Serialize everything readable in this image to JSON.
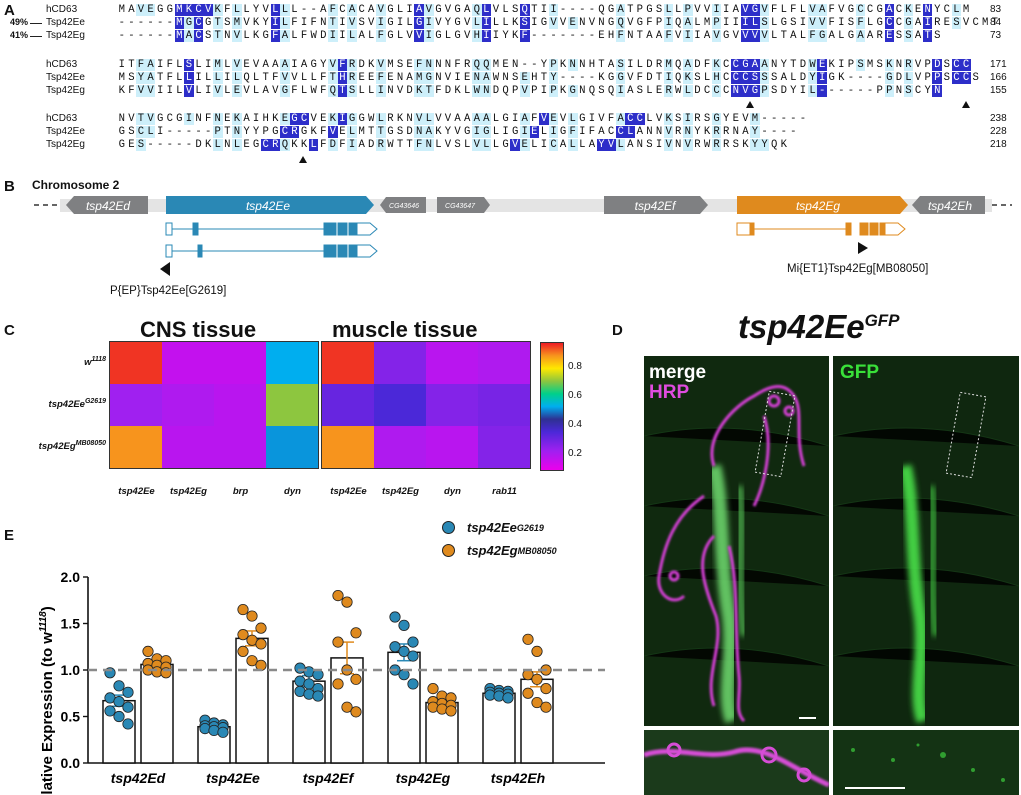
{
  "panels": {
    "a": "A",
    "b": "B",
    "c": "C",
    "d": "D",
    "e": "E"
  },
  "alignment": {
    "colors": {
      "identical": "#2d2ec9",
      "similar": "#cdeffa"
    },
    "blocks": [
      {
        "rows": [
          {
            "ident": "",
            "name": "hCD63",
            "seq": "MAVEGGMKCVKFLLYVLLL--AFCACAVGLIAVGVGAQLVLSQTII----QGATPGSLLPVVIIAVGVFLFLVAFVGCCGACKENYCLM",
            "num": "83"
          },
          {
            "ident": "49%",
            "name": "Tsp42Ee",
            "seq": "------MGCGTSMVKYILFIFNTIVSVIGILGIVYGVLILLKSIGVVENVNGQVGFPIQALMPIIILSLGSIVVFISFLGCCGAIRESVCMT",
            "num": "84"
          },
          {
            "ident": "41%",
            "name": "Tsp42Eg",
            "seq": "------MACSTNVLKGFALFWDIILALFGLVVIGLGVHIIYKF-------EHFNTAAFVIIAVGVVVVLTALFGALGAARESSATS",
            "num": "73"
          }
        ],
        "hi": [
          [
            6,
            7,
            8,
            9,
            16,
            31,
            38,
            42,
            65,
            66,
            80,
            84
          ],
          [
            6,
            8,
            16,
            31,
            38,
            42,
            65,
            66,
            80,
            84
          ],
          [
            6,
            8,
            16,
            31,
            38,
            42,
            65,
            66,
            80,
            84
          ]
        ]
      },
      {
        "rows": [
          {
            "ident": "",
            "name": "hCD63",
            "seq": "ITFAIFLSLIMLVEVAAAIAGYVFRDKVMSEFNNNFRQQMEN--YPKNNHTASILDRMQADFKCCGAANYTDWEKIPSMSKNRVPDSCC",
            "num": "171"
          },
          {
            "ident": "",
            "name": "Tsp42Ee",
            "seq": "MSYATFLLILLILQLTFVVLLFTHREEFENAMGNVIENAWNSEHTY----KGGVFDTIQKSLHCCCSSSALDYIGK----GDLVPPSCCS",
            "num": "166"
          },
          {
            "ident": "",
            "name": "Tsp42Eg",
            "seq": "KFVVIILVLIVLEVLAVGFLWFQTSLLINVDKTFDKLWNDQPVPIPKGNQSQIASLERWLDCCCNVGPSDYIL------PPNSCYN",
            "num": "155"
          }
        ],
        "hi": [
          [
            7,
            23,
            64,
            65,
            66,
            73,
            85,
            87,
            88
          ],
          [
            7,
            23,
            64,
            65,
            66,
            73,
            85,
            87,
            88
          ],
          [
            7,
            23,
            64,
            65,
            66,
            73,
            85,
            87,
            88
          ]
        ]
      },
      {
        "rows": [
          {
            "ident": "",
            "name": "hCD63",
            "seq": "NVTVGCGINFNEKAIHKEGCVEKIGGWLRKNVLVVAAAALGIAFVEVLGIVFACCLVKSIRSGYEVM-----",
            "num": "238"
          },
          {
            "ident": "",
            "name": "Tsp42Ee",
            "seq": "GSCLI-----PTNYYPGCRGKFVELMTTGSDNAKYVGIGLIGIELIGFIFACCLANNVRNYKRRNAY----",
            "num": "228"
          },
          {
            "ident": "",
            "name": "Tsp42Eg",
            "seq": "GES-----DKLNLEGCRQKKLFDFIADRWTTFNLVSLVLLGVELICALLAYVLANSIVNVRWRRSKYYQK",
            "num": "218"
          }
        ],
        "hi": [
          [
            18,
            19,
            23,
            44,
            53,
            54
          ],
          [
            17,
            18,
            22,
            43,
            52,
            53
          ],
          [
            15,
            16,
            20,
            41,
            50,
            51
          ]
        ]
      }
    ]
  },
  "chromosome": {
    "title": "Chromosome 2",
    "genes": [
      {
        "name": "tsp42Ed",
        "color": "#7f8082"
      },
      {
        "name": "tsp42Ee",
        "color": "#2a88b5"
      },
      {
        "name": "CG43646",
        "color": "#7f8082"
      },
      {
        "name": "CG43647",
        "color": "#7f8082"
      },
      {
        "name": "tsp42Ef",
        "color": "#7f8082"
      },
      {
        "name": "tsp42Eg",
        "color": "#df8a1e"
      },
      {
        "name": "tsp42Eh",
        "color": "#7f8082"
      }
    ],
    "insert_ee": "P{EP}Tsp42Ee[G2619]",
    "insert_eg": "Mi{ET1}Tsp42Eg[MB08050]"
  },
  "heatmap": {
    "cns_title": "CNS tissue",
    "muscle_title": "muscle tissue",
    "rows": [
      "w",
      "tsp42Ee",
      "tsp42Eg"
    ],
    "row_sups": [
      "1118",
      "G2619",
      "MB08050"
    ],
    "cns_cols": [
      "tsp42Ee",
      "tsp42Eg",
      "brp",
      "dyn"
    ],
    "muscle_cols": [
      "tsp42Ee",
      "tsp42Eg",
      "dyn",
      "rab11"
    ],
    "cns_values": [
      [
        0.98,
        0.08,
        0.08,
        0.5
      ],
      [
        0.15,
        0.12,
        0.1,
        0.7
      ],
      [
        0.9,
        0.1,
        0.1,
        0.48
      ]
    ],
    "muscle_values": [
      [
        0.98,
        0.2,
        0.1,
        0.12
      ],
      [
        0.25,
        0.3,
        0.2,
        0.22
      ],
      [
        0.9,
        0.12,
        0.1,
        0.2
      ]
    ],
    "colorbar_ticks": [
      "0.8",
      "0.6",
      "0.4",
      "0.2"
    ]
  },
  "microscopy": {
    "title": "tsp42Ee",
    "title_sup": "GFP",
    "merge": "merge",
    "hrp": "HRP",
    "gfp": "GFP"
  },
  "chart_data": {
    "type": "bar",
    "ylabel": "Relative Expression (to w",
    "ylabel_sup": "1118",
    "ylabel_close": ")",
    "ylim": [
      0,
      2.0
    ],
    "yticks": [
      "0.0",
      "0.5",
      "1.0",
      "1.5",
      "2.0"
    ],
    "categories": [
      "tsp42Ed",
      "tsp42Ee",
      "tsp42Ef",
      "tsp42Eg",
      "tsp42Eh"
    ],
    "series": [
      {
        "name": "tsp42Ee",
        "name_sup": "G2619",
        "color": "#2a88b5",
        "values": [
          0.67,
          0.39,
          0.88,
          1.19,
          0.75
        ],
        "errors": [
          0.06,
          0.02,
          0.06,
          0.09,
          0.02
        ],
        "points": [
          [
            0.97,
            0.83,
            0.76,
            0.7,
            0.66,
            0.6,
            0.56,
            0.5,
            0.42
          ],
          [
            0.46,
            0.43,
            0.41,
            0.4,
            0.39,
            0.38,
            0.37,
            0.35,
            0.33
          ],
          [
            1.02,
            0.98,
            0.95,
            0.88,
            0.85,
            0.8,
            0.77,
            0.74,
            0.72
          ],
          [
            1.57,
            1.48,
            1.3,
            1.25,
            1.2,
            1.15,
            1.0,
            0.95,
            0.85
          ],
          [
            0.8,
            0.78,
            0.77,
            0.76,
            0.75,
            0.74,
            0.73,
            0.72,
            0.7
          ]
        ]
      },
      {
        "name": "tsp42Eg",
        "name_sup": "MB08050",
        "color": "#df8a1e",
        "values": [
          1.06,
          1.34,
          1.13,
          0.65,
          0.9
        ],
        "errors": [
          0.04,
          0.08,
          0.17,
          0.03,
          0.08
        ],
        "points": [
          [
            1.2,
            1.12,
            1.1,
            1.07,
            1.05,
            1.03,
            1.0,
            0.98,
            0.97
          ],
          [
            1.65,
            1.58,
            1.45,
            1.38,
            1.32,
            1.28,
            1.2,
            1.1,
            1.05
          ],
          [
            1.8,
            1.73,
            1.4,
            1.3,
            1.0,
            0.9,
            0.85,
            0.6,
            0.55
          ],
          [
            0.8,
            0.72,
            0.7,
            0.66,
            0.64,
            0.62,
            0.6,
            0.58,
            0.56
          ],
          [
            1.33,
            1.2,
            1.0,
            0.95,
            0.9,
            0.8,
            0.75,
            0.65,
            0.6
          ]
        ]
      }
    ],
    "reference_line": 1.0
  }
}
